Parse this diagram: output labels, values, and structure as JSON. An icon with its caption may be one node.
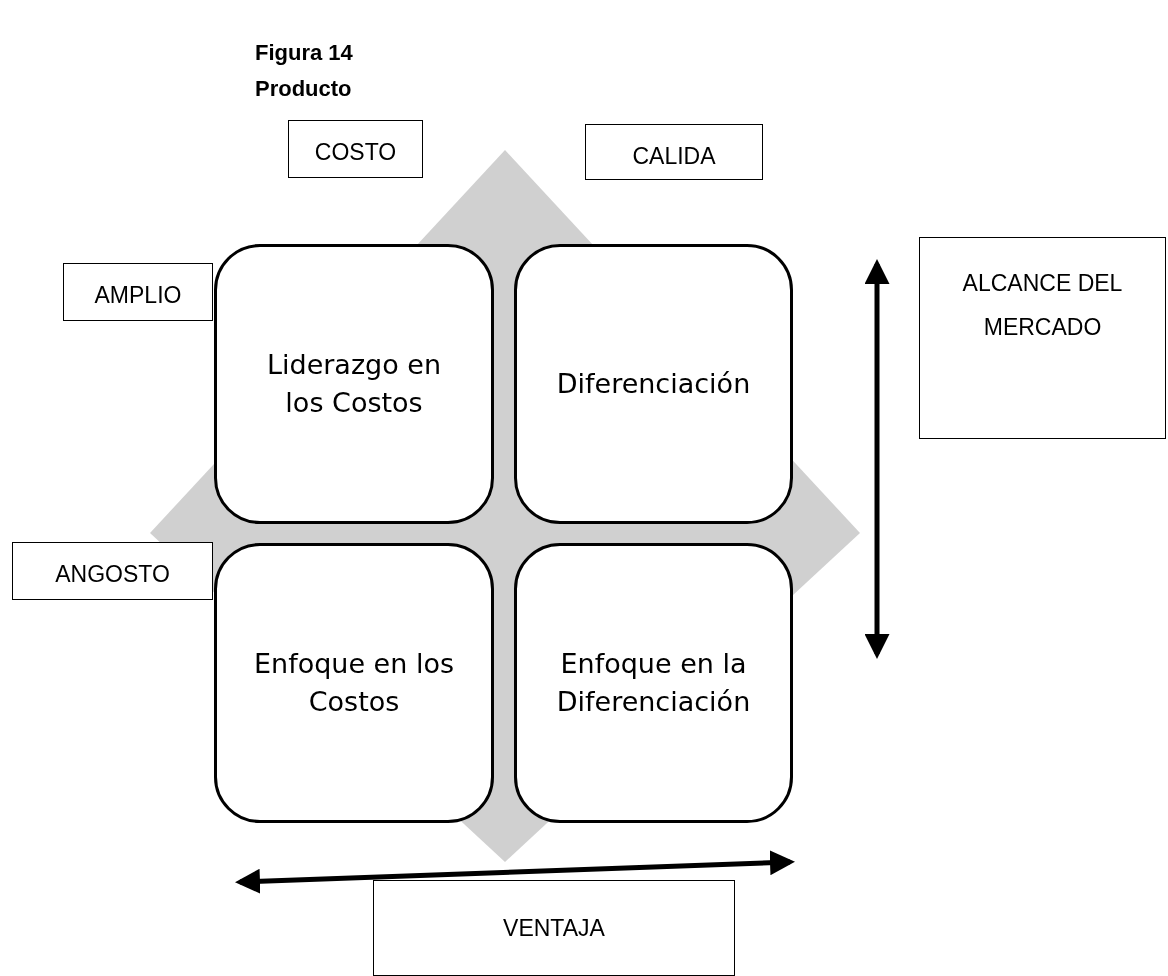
{
  "diagram": {
    "title": "Figura 14",
    "caption": "Producto",
    "nodes": [
      {
        "text": [
          "COSTO"
        ]
      },
      {
        "text": [
          "CALIDA"
        ]
      },
      {
        "text": [
          "AMPLIO"
        ]
      },
      {
        "text": [
          "Liderazgo en los Costos"
        ]
      },
      {
        "text": [
          "Diferenciación"
        ]
      },
      {
        "text": [
          "ALCANCE DEL MERCADO"
        ]
      },
      {
        "text": [
          "ANGOSTO"
        ]
      },
      {
        "text": [
          "Enfoque en los Costos"
        ]
      },
      {
        "text": [
          "Enfoque en la Diferenciación"
        ]
      },
      {
        "text": [
          "VENTAJA"
        ]
      }
    ]
  }
}
